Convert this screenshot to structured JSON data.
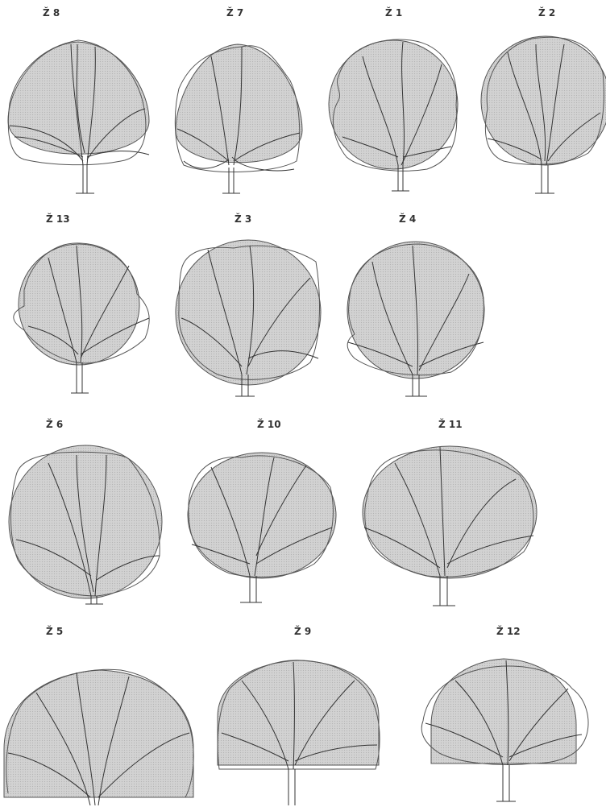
{
  "figure": {
    "trees": [
      {
        "id": "z8",
        "label": "Ž 8",
        "crown": "triangle"
      },
      {
        "id": "z7",
        "label": "Ž 7",
        "crown": "triangle"
      },
      {
        "id": "z1",
        "label": "Ž 1",
        "crown": "circle"
      },
      {
        "id": "z2",
        "label": "Ž 2",
        "crown": "circle"
      },
      {
        "id": "z13",
        "label": "Ž 13",
        "crown": "circle"
      },
      {
        "id": "z3",
        "label": "Ž 3",
        "crown": "circle"
      },
      {
        "id": "z4",
        "label": "Ž 4",
        "crown": "circle"
      },
      {
        "id": "z6",
        "label": "Ž 6",
        "crown": "circle"
      },
      {
        "id": "z10",
        "label": "Ž 10",
        "crown": "ellipse"
      },
      {
        "id": "z11",
        "label": "Ž 11",
        "crown": "ellipse"
      },
      {
        "id": "z5",
        "label": "Ž 5",
        "crown": "dome"
      },
      {
        "id": "z9",
        "label": "Ž 9",
        "crown": "dome"
      },
      {
        "id": "z12",
        "label": "Ž 12",
        "crown": "dome"
      }
    ],
    "colors": {
      "crown_fill": "#d0d0d0",
      "stroke": "#444444",
      "label": "#333333"
    }
  }
}
